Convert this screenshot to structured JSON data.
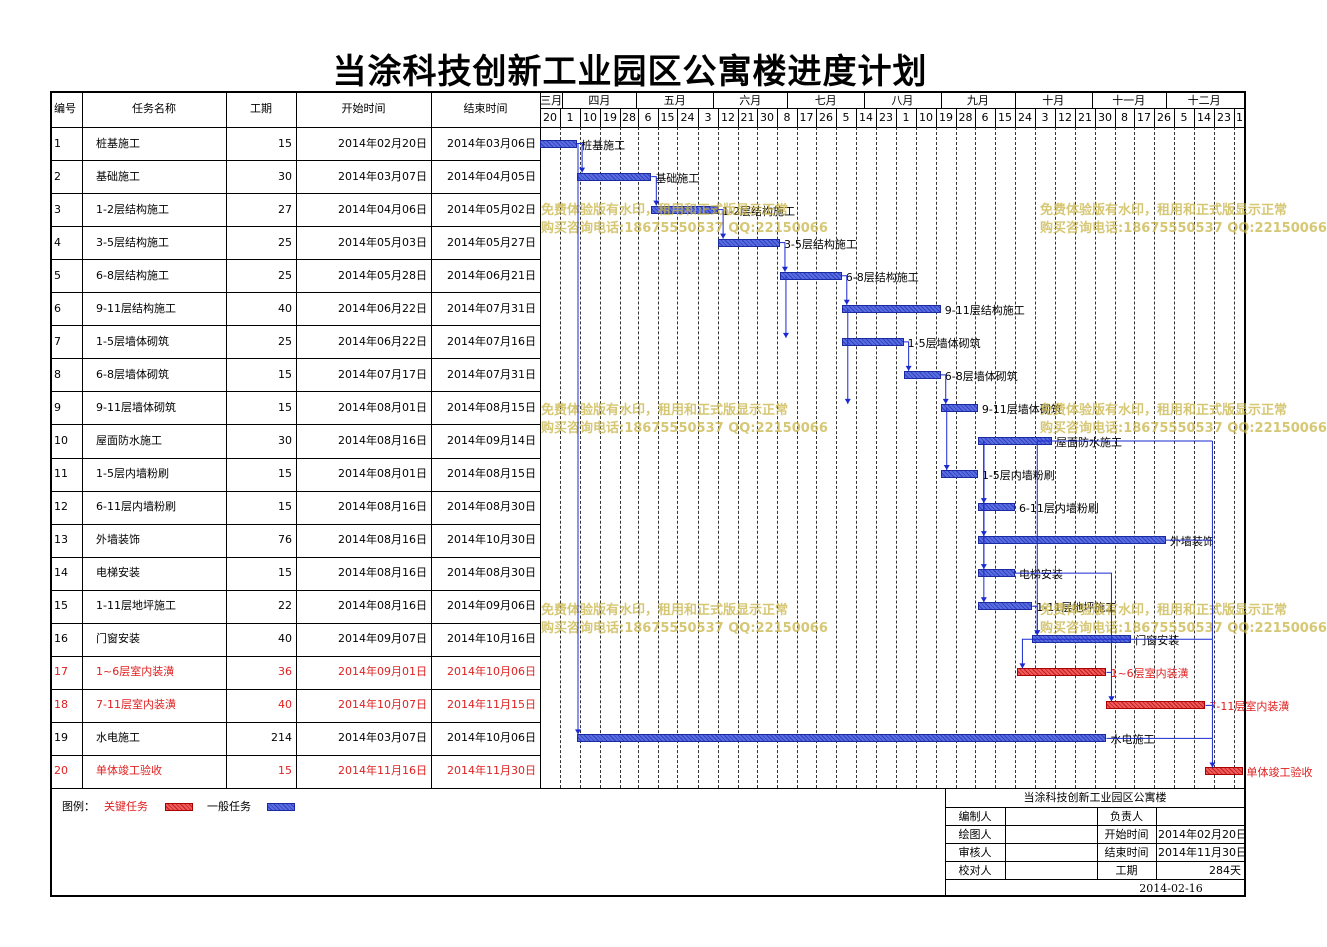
{
  "title": "当涂科技创新工业园区公寓楼进度计划",
  "headers": {
    "id": "编号",
    "name": "任务名称",
    "duration": "工期",
    "start": "开始时间",
    "end": "结束时间"
  },
  "months": [
    "三月",
    "四月",
    "五月",
    "六月",
    "七月",
    "八月",
    "九月",
    "十月",
    "十一月",
    "十二月"
  ],
  "days": [
    "20",
    "1",
    "10",
    "19",
    "28",
    "6",
    "15",
    "24",
    "3",
    "12",
    "21",
    "30",
    "8",
    "17",
    "26",
    "5",
    "14",
    "23",
    "1",
    "10",
    "19",
    "28",
    "6",
    "15",
    "24",
    "3",
    "12",
    "21",
    "30",
    "8",
    "17",
    "26",
    "5",
    "14",
    "23",
    "1"
  ],
  "tasks": [
    {
      "id": "1",
      "name": "桩基施工",
      "duration": "15",
      "start": "2014年02月20日",
      "end": "2014年03月06日",
      "critical": false,
      "bar": "normal"
    },
    {
      "id": "2",
      "name": "基础施工",
      "duration": "30",
      "start": "2014年03月07日",
      "end": "2014年04月05日",
      "critical": false,
      "bar": "normal"
    },
    {
      "id": "3",
      "name": "1-2层结构施工",
      "duration": "27",
      "start": "2014年04月06日",
      "end": "2014年05月02日",
      "critical": false,
      "bar": "normal"
    },
    {
      "id": "4",
      "name": "3-5层结构施工",
      "duration": "25",
      "start": "2014年05月03日",
      "end": "2014年05月27日",
      "critical": false,
      "bar": "normal"
    },
    {
      "id": "5",
      "name": "6-8层结构施工",
      "duration": "25",
      "start": "2014年05月28日",
      "end": "2014年06月21日",
      "critical": false,
      "bar": "normal"
    },
    {
      "id": "6",
      "name": "9-11层结构施工",
      "duration": "40",
      "start": "2014年06月22日",
      "end": "2014年07月31日",
      "critical": false,
      "bar": "normal"
    },
    {
      "id": "7",
      "name": "1-5层墙体砌筑",
      "duration": "25",
      "start": "2014年06月22日",
      "end": "2014年07月16日",
      "critical": false,
      "bar": "normal"
    },
    {
      "id": "8",
      "name": "6-8层墙体砌筑",
      "duration": "15",
      "start": "2014年07月17日",
      "end": "2014年07月31日",
      "critical": false,
      "bar": "normal"
    },
    {
      "id": "9",
      "name": "9-11层墙体砌筑",
      "duration": "15",
      "start": "2014年08月01日",
      "end": "2014年08月15日",
      "critical": false,
      "bar": "normal"
    },
    {
      "id": "10",
      "name": "屋面防水施工",
      "duration": "30",
      "start": "2014年08月16日",
      "end": "2014年09月14日",
      "critical": false,
      "bar": "normal"
    },
    {
      "id": "11",
      "name": "1-5层内墙粉刷",
      "duration": "15",
      "start": "2014年08月01日",
      "end": "2014年08月15日",
      "critical": false,
      "bar": "normal"
    },
    {
      "id": "12",
      "name": "6-11层内墙粉刷",
      "duration": "15",
      "start": "2014年08月16日",
      "end": "2014年08月30日",
      "critical": false,
      "bar": "normal"
    },
    {
      "id": "13",
      "name": "外墙装饰",
      "duration": "76",
      "start": "2014年08月16日",
      "end": "2014年10月30日",
      "critical": false,
      "bar": "normal"
    },
    {
      "id": "14",
      "name": "电梯安装",
      "duration": "15",
      "start": "2014年08月16日",
      "end": "2014年08月30日",
      "critical": false,
      "bar": "normal"
    },
    {
      "id": "15",
      "name": "1-11层地坪施工",
      "duration": "22",
      "start": "2014年08月16日",
      "end": "2014年09月06日",
      "critical": false,
      "bar": "normal"
    },
    {
      "id": "16",
      "name": "门窗安装",
      "duration": "40",
      "start": "2014年09月07日",
      "end": "2014年10月16日",
      "critical": false,
      "bar": "normal"
    },
    {
      "id": "17",
      "name": "1~6层室内装潢",
      "duration": "36",
      "start": "2014年09月01日",
      "end": "2014年10月06日",
      "critical": true,
      "bar": "critical"
    },
    {
      "id": "18",
      "name": "7-11层室内装潢",
      "duration": "40",
      "start": "2014年10月07日",
      "end": "2014年11月15日",
      "critical": true,
      "bar": "critical"
    },
    {
      "id": "19",
      "name": "水电施工",
      "duration": "214",
      "start": "2014年03月07日",
      "end": "2014年10月06日",
      "critical": false,
      "bar": "normal"
    },
    {
      "id": "20",
      "name": "单体竣工验收",
      "duration": "15",
      "start": "2014年11月16日",
      "end": "2014年11月30日",
      "critical": true,
      "bar": "critical"
    }
  ],
  "legend": {
    "label": "图例：",
    "critical": "关键任务",
    "normal": "一般任务"
  },
  "info": {
    "project": "当涂科技创新工业园区公寓楼",
    "maker_label": "编制人",
    "maker": "",
    "drawer_label": "绘图人",
    "drawer": "",
    "checker_label": "审核人",
    "checker": "",
    "proof_label": "校对人",
    "proof": "",
    "owner_label": "负责人",
    "owner": "",
    "start_label": "开始时间",
    "start": "2014年02月20日",
    "end_label": "结束时间",
    "end": "2014年11月30日",
    "duration_label": "工期",
    "duration": "284天",
    "date": "2014-02-16"
  },
  "watermark": {
    "line1": "免费体验版有水印，租用和正式版显示正常",
    "line2": "购买咨询电话:18675550537 QQ:22150066"
  },
  "colors": {
    "bar": "#3040c0",
    "critical": "#e02020",
    "link": "#1a2ad0",
    "watermark": "#c8b446"
  }
}
